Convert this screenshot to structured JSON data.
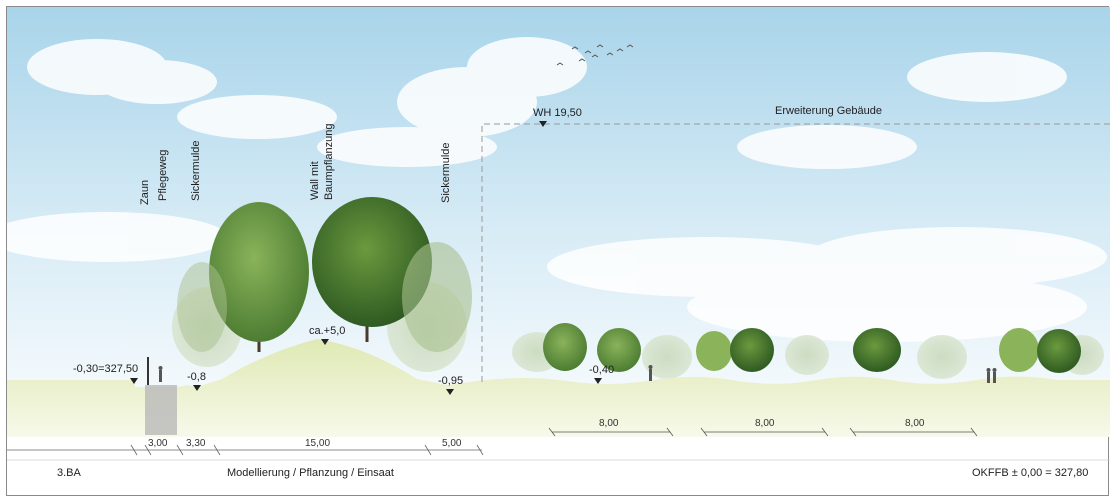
{
  "section": {
    "labels": {
      "zaun": "Zaun",
      "pflegeweg": "Pflegeweg",
      "sickermulde_left": "Sickermulde",
      "wall_line1": "Wall mit",
      "wall_line2": "Baumpflanzung",
      "sickermulde_right": "Sickermulde",
      "erweiterung": "Erweiterung Gebäude",
      "wh": "WH 19,50"
    },
    "levels": {
      "start": "-0,30=327,50",
      "mulde_left": "-0,8",
      "wall_top": "ca.+5,0",
      "mulde_right": "-0,95",
      "ground_right": "-0,40"
    },
    "dimensions": {
      "d1": "3,00",
      "d2": "3,30",
      "d3": "15,00",
      "d4": "5,00",
      "spacing1": "8,00",
      "spacing2": "8,00",
      "spacing3": "8,00"
    },
    "footer": {
      "phase": "3.BA",
      "caption": "Modellierung / Pflanzung / Einsaat",
      "okffb": "OKFFB ± 0,00 = 327,80"
    },
    "colors": {
      "sky_top": "#a9d4ea",
      "sky_bottom": "#eef6fb",
      "grass": "#dde8b0",
      "grass_dark": "#c9d98e",
      "path": "#b8b8b8",
      "tree_dark": "#3f6e2a",
      "tree_mid": "#5f8f3a",
      "tree_light": "#9fbf86"
    }
  }
}
